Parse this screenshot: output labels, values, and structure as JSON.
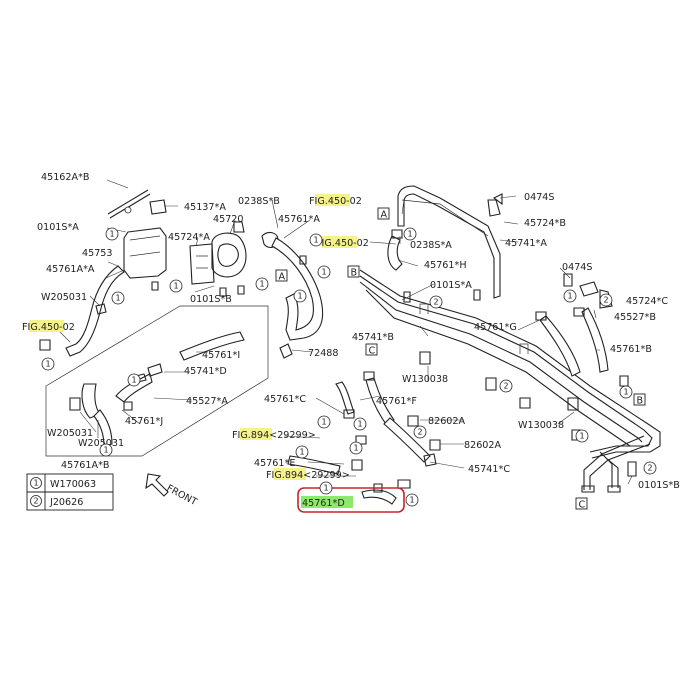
{
  "callouts": {
    "p45162A_B": "45162A*B",
    "p45137_A": "45137*A",
    "p0238S_B": "0238S*B",
    "fig4502_top_prefix": "F",
    "fig4502_top_hl": "IG.45",
    "fig4502_top_suffix": "0-02",
    "p0101S_A_left": "0101S*A",
    "p45720": "45720",
    "p45761_A": "45761*A",
    "p45724_A": "45724*A",
    "fig4502_mid_prefix": "F",
    "fig4502_mid_hl": "IG.45",
    "fig4502_mid_suffix": "0-02",
    "p45753": "45753",
    "p45761A_A": "45761A*A",
    "pW205031_top": "W205031",
    "fig4502_left_prefix": "F",
    "fig4502_left_hl": "IG.45",
    "fig4502_left_suffix": "0-02",
    "p0101S_B": "0101S*B",
    "p72488": "72488",
    "p45761_I": "45761*I",
    "p45741_D": "45741*D",
    "p45527_A": "45527*A",
    "p45761_J": "45761*J",
    "pW205031_mid": "W205031",
    "pW205031_bot": "W205031",
    "p45761A_B": "45761A*B",
    "p0474S_top": "0474S",
    "p45724_B": "45724*B",
    "p45741_A": "45741*A",
    "p0238S_A": "0238S*A",
    "p45761_H": "45761*H",
    "p0101S_A_mid": "0101S*A",
    "p0474S_right": "0474S",
    "p45724_C": "45724*C",
    "p45527_B": "45527*B",
    "p45741_B": "45741*B",
    "p45761_G": "45761*G",
    "p45761_B": "45761*B",
    "pW130038_mid": "W130038",
    "pW130038_right": "W130038",
    "p45761_C": "45761*C",
    "p45761_F": "45761*F",
    "p82602A_top": "82602A",
    "p82602A_bot": "82602A",
    "fig894_top_prefix": "F",
    "fig894_top_hl": "IG.89",
    "fig894_top_suffix": "4<29299>",
    "p45761_E": "45761*E",
    "fig894_bot_prefix": "F",
    "fig894_bot_hl": "IG.89",
    "fig894_bot_suffix": "4<29299>",
    "p45741_C": "45741*C",
    "p0101S_B_right": "0101S*B",
    "p45761_D": "45761*D"
  },
  "markers": {
    "ref_a": "A",
    "ref_b": "B",
    "ref_c": "C",
    "circle_1": "1",
    "circle_2": "2"
  },
  "legend": {
    "row1_key": "1",
    "row1_value": "W170063",
    "row2_key": "2",
    "row2_value": "J20626"
  },
  "direction_label": "FRONT",
  "colors": {
    "highlight_yellow": "#f6f28a",
    "highlight_green": "#8ee86b",
    "focus_box": "#c8232c",
    "line": "#222222"
  }
}
